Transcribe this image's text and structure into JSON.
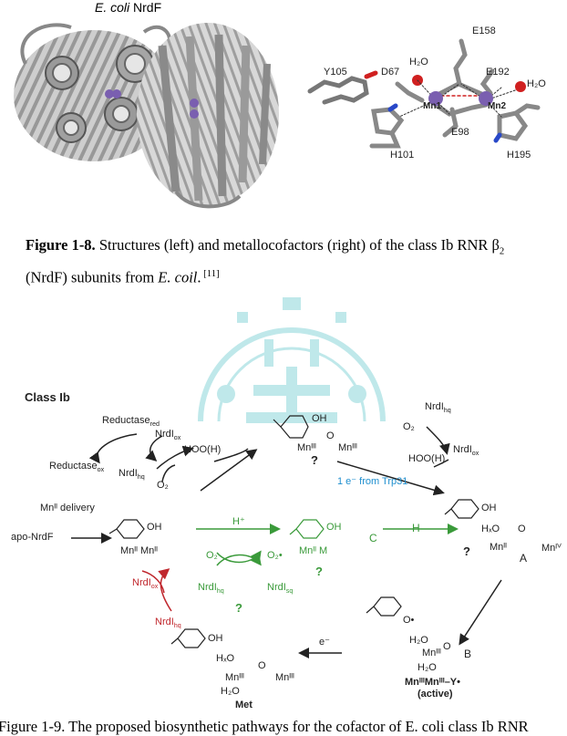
{
  "figure_1_8": {
    "panel_title_left_italic": "E. coli",
    "panel_title_left_rest": " NrdF",
    "residues": {
      "y105": "Y105",
      "d67": "D67",
      "h2o_left": "H₂O",
      "e158": "E158",
      "e192": "E192",
      "h2o_right": "H₂O",
      "mn1": "Mn1",
      "mn2": "Mn2",
      "e98": "E98",
      "h101": "H101",
      "h195": "H195"
    },
    "caption": {
      "label": "Figure 1-8.",
      "text_1": " Structures (left) and metallocofactors (right) of the class Ib RNR β",
      "sub": "2",
      "text_2": " (NrdF) subunits from ",
      "italic": "E. coil",
      "text_3": ".",
      "ref": " [11]"
    }
  },
  "figure_1_9": {
    "class_label": "Class Ib",
    "reductase_red": "Reductase",
    "reductase_red_sub": "red",
    "reductase_ox": "Reductase",
    "reductase_ox_sub": "ox",
    "nrdi_ox_top": "NrdI",
    "nrdi_ox_top_sub": "ox",
    "nrdi_hq_top": "NrdI",
    "nrdi_hq_top_sub": "hq",
    "hooh_left": "HOO(H)",
    "o2_left": "O₂",
    "mn_delivery": "Mnᴵᴵ delivery",
    "apo": "apo-NrdF",
    "mn2_state": "Mnᴵᴵ Mnᴵᴵ",
    "h_plus": "H⁺",
    "o2_green": "O₂",
    "o2_radical": "O₂•",
    "nrdi_hq_green": "NrdI",
    "nrdi_hq_green_sub": "hq",
    "nrdi_sq_green": "NrdI",
    "nrdi_sq_green_sub": "sq",
    "green_mn": "Mnᴵᴵ M",
    "green_c": "C",
    "green_h": "H",
    "nrdi_ox_red": "NrdI",
    "nrdi_ox_red_sub": "ox",
    "nrdi_hq_red": "NrdI",
    "nrdi_hq_red_sub": "hq",
    "top_mn": "Mnᴵᴵᴵ",
    "top_mn2": "Mnᴵᴵᴵ",
    "top_o": "O",
    "top_oh": "OH",
    "nrdi_hq_right": "NrdI",
    "nrdi_hq_right_sub": "hq",
    "o2_right": "O₂",
    "nrdi_ox_right": "NrdI",
    "nrdi_ox_right_sub": "ox",
    "hooh_right": "HOO(H)",
    "e_trp": "1 e⁻ from Trp31",
    "mid_oh": "OH",
    "green_oh": "OH",
    "right_oh": "OH",
    "hxo": "HₓO",
    "mn_right": "Mnᴵᴵ",
    "o_right": "O",
    "a_label": "A",
    "mn_iv": "Mnᴵⱽ",
    "o_dot": "O•",
    "h2o_b1": "H₂O",
    "mn_b": "Mnᴵᴵᴵ",
    "o_b": "O",
    "b_label": "B",
    "h2o_b2": "H₂O",
    "active_state": "MnᴵᴵᴵMnᴵᴵᴵ–Y•",
    "active_label": "(active)",
    "e_minus": "e⁻",
    "met_oh": "OH",
    "met_hxo": "HₓO",
    "met_mn1": "Mnᴵᴵᴵ",
    "met_o": "O",
    "met_mn2": "Mnᴵᴵᴵ",
    "met_h2o": "H₂O",
    "met_label": "Met",
    "q_symbol": "?",
    "caption_line": "Figure 1-9. The proposed biosynthetic pathways for the cofactor of E. coli class Ib RNR"
  },
  "colors": {
    "green": "#3a9a3a",
    "red": "#c0272d",
    "blue": "#1f8fcf",
    "manganese": "#7a5fb0",
    "watermark": "#bfe8ea",
    "protein_gray": "#b8b8b8"
  }
}
